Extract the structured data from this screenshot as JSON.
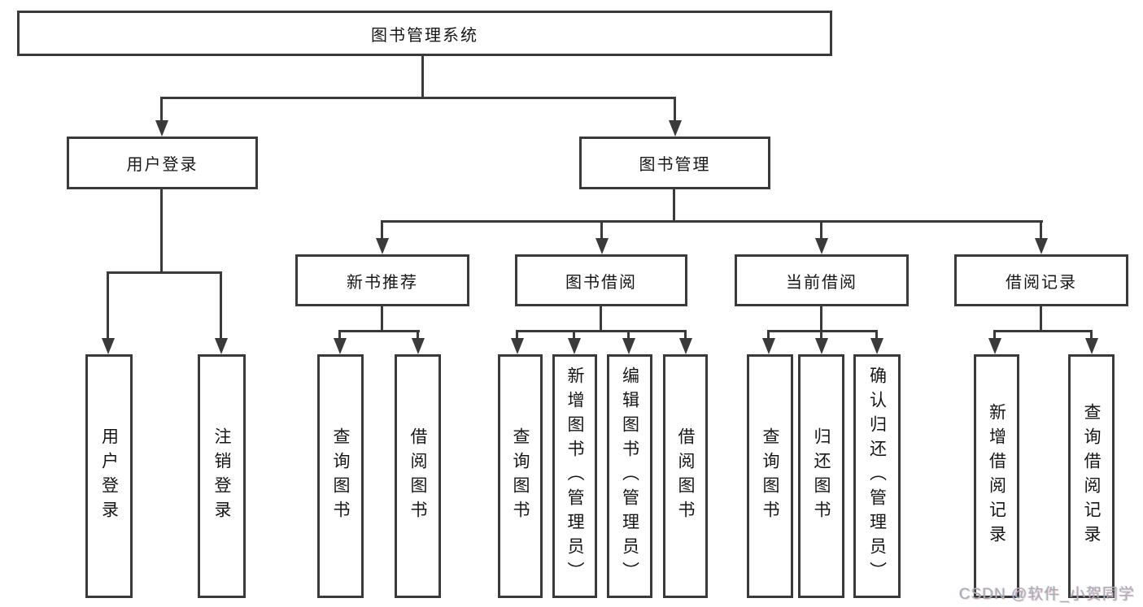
{
  "tree": {
    "label": "图书管理系统",
    "children": [
      {
        "label": "用户登录",
        "children": [
          {
            "label": "用户登录"
          },
          {
            "label": "注销登录"
          }
        ]
      },
      {
        "label": "图书管理",
        "children": [
          {
            "label": "新书推荐",
            "children": [
              {
                "label": "查询图书"
              },
              {
                "label": "借阅图书"
              }
            ]
          },
          {
            "label": "图书借阅",
            "children": [
              {
                "label": "查询图书"
              },
              {
                "label": "新增图书（管理员）"
              },
              {
                "label": "编辑图书（管理员）"
              },
              {
                "label": "借阅图书"
              }
            ]
          },
          {
            "label": "当前借阅",
            "children": [
              {
                "label": "查询图书"
              },
              {
                "label": "归还图书"
              },
              {
                "label": "确认归还（管理员）"
              }
            ]
          },
          {
            "label": "借阅记录",
            "children": [
              {
                "label": "新增借阅记录"
              },
              {
                "label": "查询借阅记录"
              }
            ]
          }
        ]
      }
    ]
  },
  "watermark": "CSDN @软件_小贺同学",
  "colors": {
    "line": "#3a3a3a",
    "text": "#161616",
    "watermark": "#a9aeb4",
    "background": "#ffffff"
  }
}
